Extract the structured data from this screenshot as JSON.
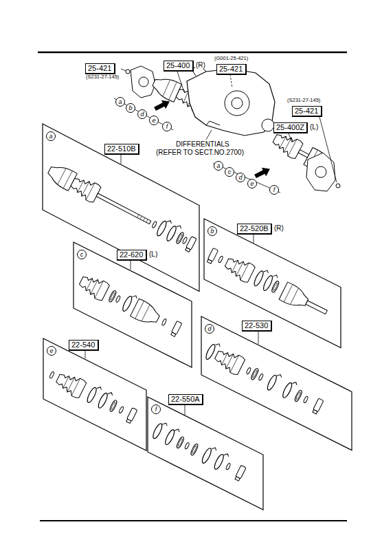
{
  "diagram": {
    "nodes": [
      {
        "text": [
          "25-421"
        ]
      },
      {
        "text": [
          "25-400"
        ]
      },
      {
        "text": [
          "25-421"
        ]
      },
      {
        "text": [
          "a"
        ]
      },
      {
        "text": [
          "b"
        ]
      },
      {
        "text": [
          "d"
        ]
      },
      {
        "text": [
          "e"
        ]
      },
      {
        "text": [
          "f"
        ]
      },
      {
        "text": [
          "25-421"
        ]
      },
      {
        "text": [
          "25-400Z"
        ]
      },
      {
        "text": [
          "a"
        ]
      },
      {
        "text": [
          "c"
        ]
      },
      {
        "text": [
          "d"
        ]
      },
      {
        "text": [
          "e"
        ]
      },
      {
        "text": [
          "f"
        ]
      },
      {
        "text": []
      },
      {
        "text": [
          "a"
        ],
        "in": 15
      },
      {
        "text": [
          "22-510B"
        ],
        "in": 15
      },
      {
        "text": []
      },
      {
        "text": [
          "b"
        ],
        "in": 18
      },
      {
        "text": [
          "22-520B"
        ],
        "in": 18
      },
      {
        "text": []
      },
      {
        "text": [
          "c"
        ],
        "in": 21
      },
      {
        "text": [
          "22-620"
        ],
        "in": 21
      },
      {
        "text": []
      },
      {
        "text": [
          "d"
        ],
        "in": 24
      },
      {
        "text": [
          "22-530"
        ],
        "in": 24
      },
      {
        "text": []
      },
      {
        "text": [
          "e"
        ],
        "in": 27
      },
      {
        "text": [
          "22-540"
        ],
        "in": 27
      },
      {
        "text": []
      },
      {
        "text": [
          "f"
        ],
        "in": 30
      },
      {
        "text": [
          "22-550A"
        ],
        "in": 30
      }
    ],
    "labels": [
      "(S231-27-145)",
      "(R)",
      "(G001-25-421)",
      "DIFFERENTIALS",
      "(REFER TO SECT.NO.2700)",
      "(S231-27-145)",
      "(L)",
      "(R)",
      "(L)"
    ]
  }
}
